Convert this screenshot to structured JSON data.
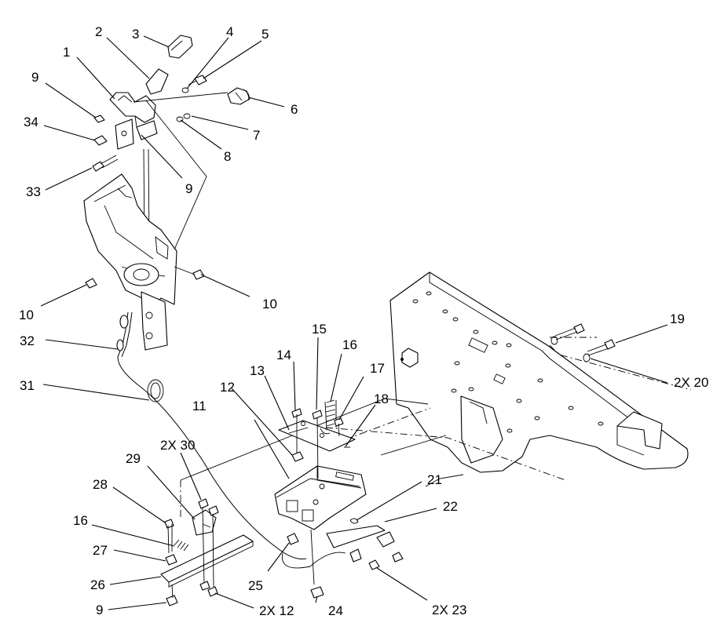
{
  "labels": {
    "l1": "1",
    "l2": "2",
    "l3": "3",
    "l4": "4",
    "l5": "5",
    "l6": "6",
    "l7": "7",
    "l8": "8",
    "l9a": "9",
    "l9b": "9",
    "l9c": "9",
    "l10a": "10",
    "l10b": "10",
    "l11": "11",
    "l12": "12",
    "l13": "13",
    "l14": "14",
    "l15": "15",
    "l16a": "16",
    "l16b": "16",
    "l17": "17",
    "l18": "18",
    "l19": "19",
    "l20": "2X 20",
    "l21": "21",
    "l22": "22",
    "l23": "2X 23",
    "l24": "24",
    "l25": "25",
    "l26": "26",
    "l27": "27",
    "l28": "28",
    "l29": "29",
    "l30": "2X 30",
    "l31": "31",
    "l32": "32",
    "l33": "33",
    "l34": "34",
    "l12b": "2X 12"
  },
  "icons": [
    "pedal-assembly",
    "mounting-bracket",
    "frame",
    "cable",
    "pump-plate",
    "bolt",
    "nut",
    "spring",
    "washer"
  ]
}
